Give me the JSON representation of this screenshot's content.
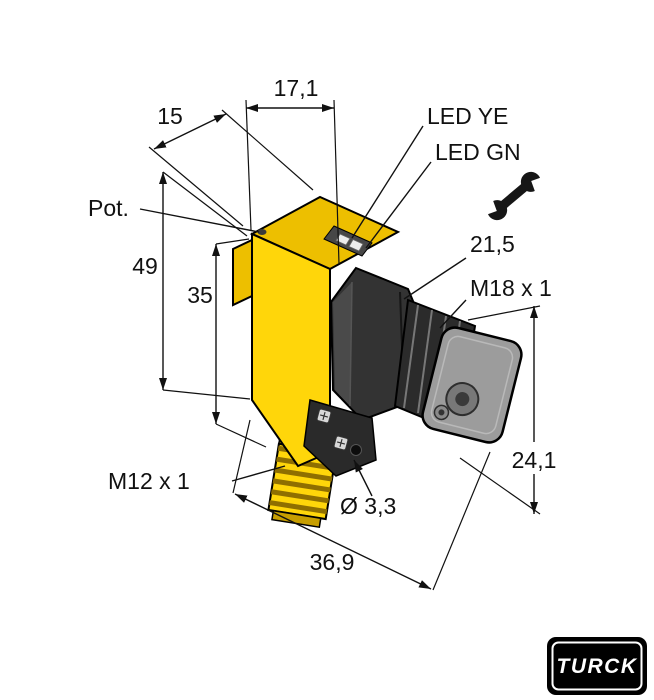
{
  "drawing": {
    "kind": "technical-dimension-drawing"
  },
  "labels": {
    "top_width": "17,1",
    "top_depth": "15",
    "pot": "Pot.",
    "total_height": "49",
    "body_height": "35",
    "led_yellow": "LED YE",
    "led_green": "LED GN",
    "nut_size": "21,5",
    "barrel_thread": "M18 x 1",
    "head_height": "24,1",
    "connector_thread": "M12 x 1",
    "hole_diameter": "Ø 3,3",
    "total_depth": "36,9"
  },
  "icons": {
    "wrench": "open-end-wrench"
  },
  "logo": {
    "text": "TURCK"
  },
  "colors": {
    "housing_yellow": "#FFD60A",
    "housing_yellow_dark": "#EDBF00",
    "hardware_dark": "#2B2B2B",
    "face_gray": "#9C9C9C",
    "line_black": "#111111"
  }
}
